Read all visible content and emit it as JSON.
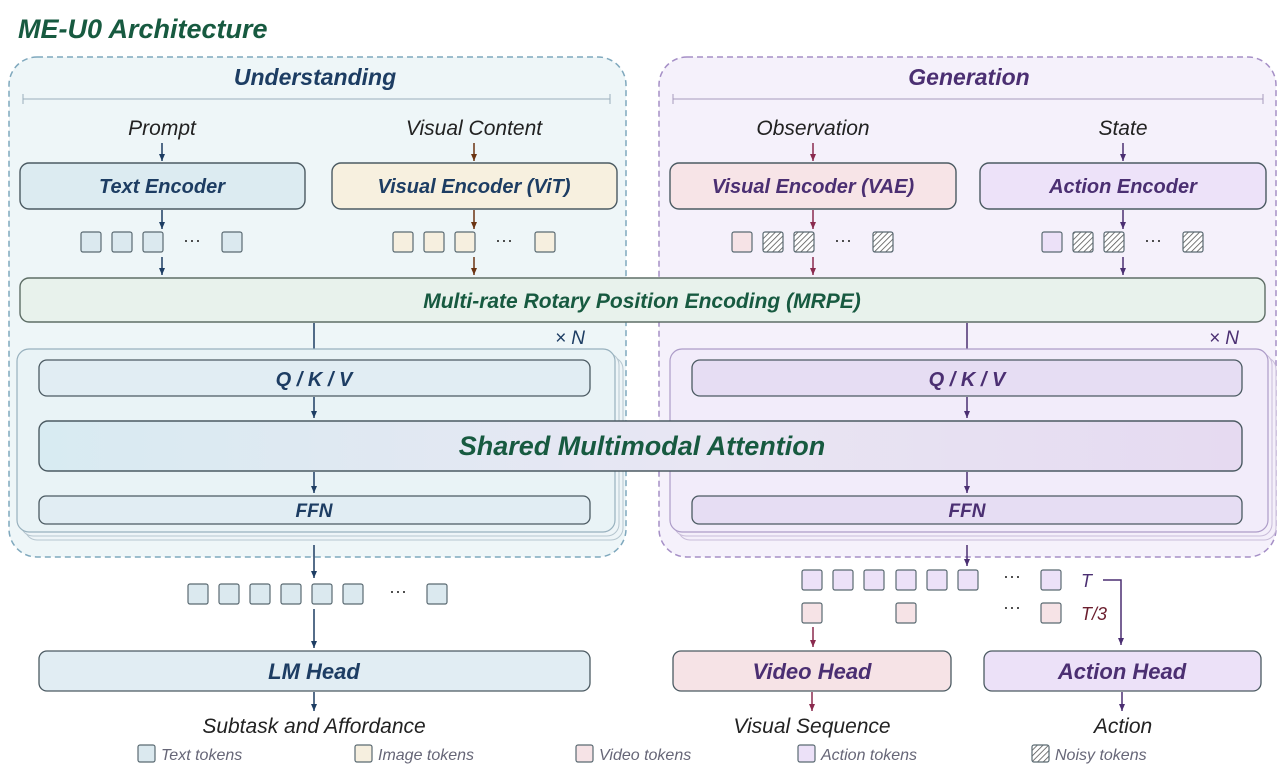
{
  "title": "ME-U0 Architecture",
  "understanding": {
    "title": "Understanding",
    "inputs": {
      "prompt": "Prompt",
      "visual": "Visual Content"
    },
    "encoders": {
      "text": "Text Encoder",
      "visual": "Visual Encoder (ViT)"
    },
    "repeat": "× N",
    "qkv": "Q / K / V",
    "ffn": "FFN",
    "ellipsis": "···",
    "head": "LM Head",
    "output": "Subtask and Affordance"
  },
  "generation": {
    "title": "Generation",
    "inputs": {
      "observation": "Observation",
      "state": "State"
    },
    "encoders": {
      "visual": "Visual Encoder (VAE)",
      "action": "Action Encoder"
    },
    "repeat": "× N",
    "qkv": "Q / K / V",
    "ffn": "FFN",
    "ellipsis": "···",
    "rate_full": "T",
    "rate_third": "T/3",
    "heads": {
      "video": "Video Head",
      "action": "Action Head"
    },
    "outputs": {
      "video": "Visual Sequence",
      "action": "Action"
    }
  },
  "shared": {
    "mrpe": "Multi-rate Rotary Position Encoding (MRPE)",
    "attention": "Shared Multimodal Attention"
  },
  "legend": [
    {
      "label": "Text tokens",
      "color": "#dbe9ef",
      "noisy": false
    },
    {
      "label": "Image tokens",
      "color": "#f6efdf",
      "noisy": false
    },
    {
      "label": "Video tokens",
      "color": "#f6e3e6",
      "noisy": false
    },
    {
      "label": "Action tokens",
      "color": "#ece1f8",
      "noisy": false
    },
    {
      "label": "Noisy tokens",
      "color": "#ffffff",
      "noisy": true
    }
  ],
  "colors": {
    "title": "#175a40",
    "understanding": "#1d3d63",
    "generation": "#4b2f72",
    "mrpe_fill": "#e8f2ec",
    "text_token": "#dbe9ef",
    "image_token": "#f6efdf",
    "video_token": "#f6e3e6",
    "action_token": "#ece1f8"
  }
}
